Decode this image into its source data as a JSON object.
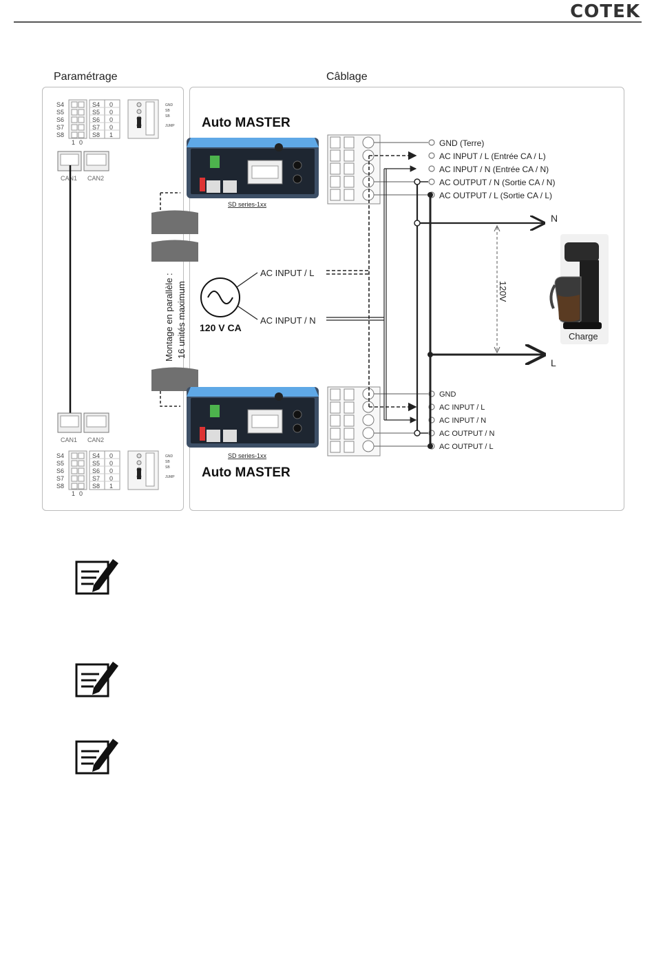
{
  "header": {
    "logo": "COTEK"
  },
  "sections": {
    "settings_title": "Paramétrage",
    "wiring_title": "Câblage"
  },
  "switches": {
    "labels": [
      "S4",
      "S5",
      "S6",
      "S7",
      "S8"
    ],
    "values": [
      "0",
      "0",
      "0",
      "0",
      "1"
    ],
    "scale": [
      "1",
      "0"
    ],
    "jumper": [
      "GND",
      "SB",
      "SB",
      "JUMP"
    ]
  },
  "ports": {
    "can1": "CAN1",
    "can2": "CAN2"
  },
  "units": {
    "top": {
      "title": "Auto MASTER",
      "model": "SD series-1xx"
    },
    "bottom": {
      "title": "Auto MASTER",
      "model": "SD series-1xx"
    }
  },
  "terminals_top": [
    "GND (Terre)",
    "AC INPUT / L (Entrée CA / L)",
    "AC INPUT / N (Entrée CA / N)",
    "AC OUTPUT / N (Sortie CA / N)",
    "AC OUTPUT / L  (Sortie CA / L)"
  ],
  "terminals_bottom": [
    "GND",
    "AC INPUT / L",
    "AC INPUT / N",
    "AC OUTPUT / N",
    "AC OUTPUT / L"
  ],
  "source": {
    "voltage": "120 V CA",
    "line_l": "AC INPUT / L",
    "line_n": "AC INPUT / N"
  },
  "parallel_note": {
    "line1": "Montage en parallèle :",
    "line2": "16 unités maximum"
  },
  "load": {
    "label": "Charge",
    "voltage": "120V",
    "n": "N",
    "l": "L"
  }
}
